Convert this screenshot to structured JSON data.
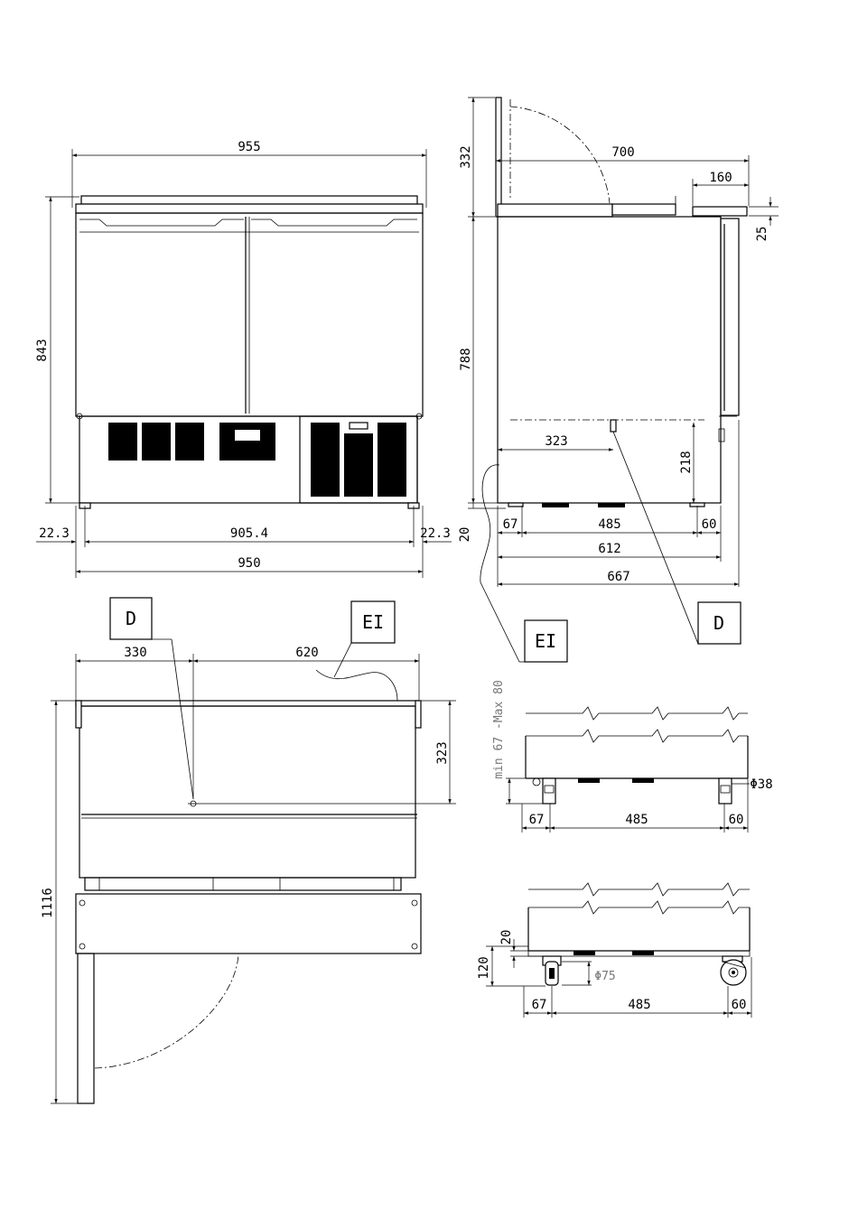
{
  "front": {
    "width_top": "955",
    "height": "843",
    "offset_left": "22.3",
    "offset_right": "22.3",
    "inner_width": "905.4",
    "width_base": "950"
  },
  "side": {
    "lid_height": "332",
    "depth_top": "700",
    "handle_depth": "160",
    "handle_height": "25",
    "body_height": "788",
    "pos_323": "323",
    "pos_218": "218",
    "foot_20": "20",
    "foot_67": "67",
    "foot_485": "485",
    "foot_60": "60",
    "base_612": "612",
    "base_667": "667"
  },
  "top": {
    "d_330": "330",
    "d_620": "620",
    "d_323": "323",
    "d_1116": "1116"
  },
  "feet": {
    "range_label": "min 67 -Max 80",
    "dia_38": "Φ38",
    "f_67": "67",
    "f_485": "485",
    "f_60": "60"
  },
  "castors": {
    "c_20": "20",
    "c_120": "120",
    "dia_75": "Φ75",
    "c_67": "67",
    "c_485": "485",
    "c_60": "60"
  },
  "labels": {
    "d_top": "D",
    "ei_top": "EI",
    "ei_side": "EI",
    "d_side": "D"
  }
}
